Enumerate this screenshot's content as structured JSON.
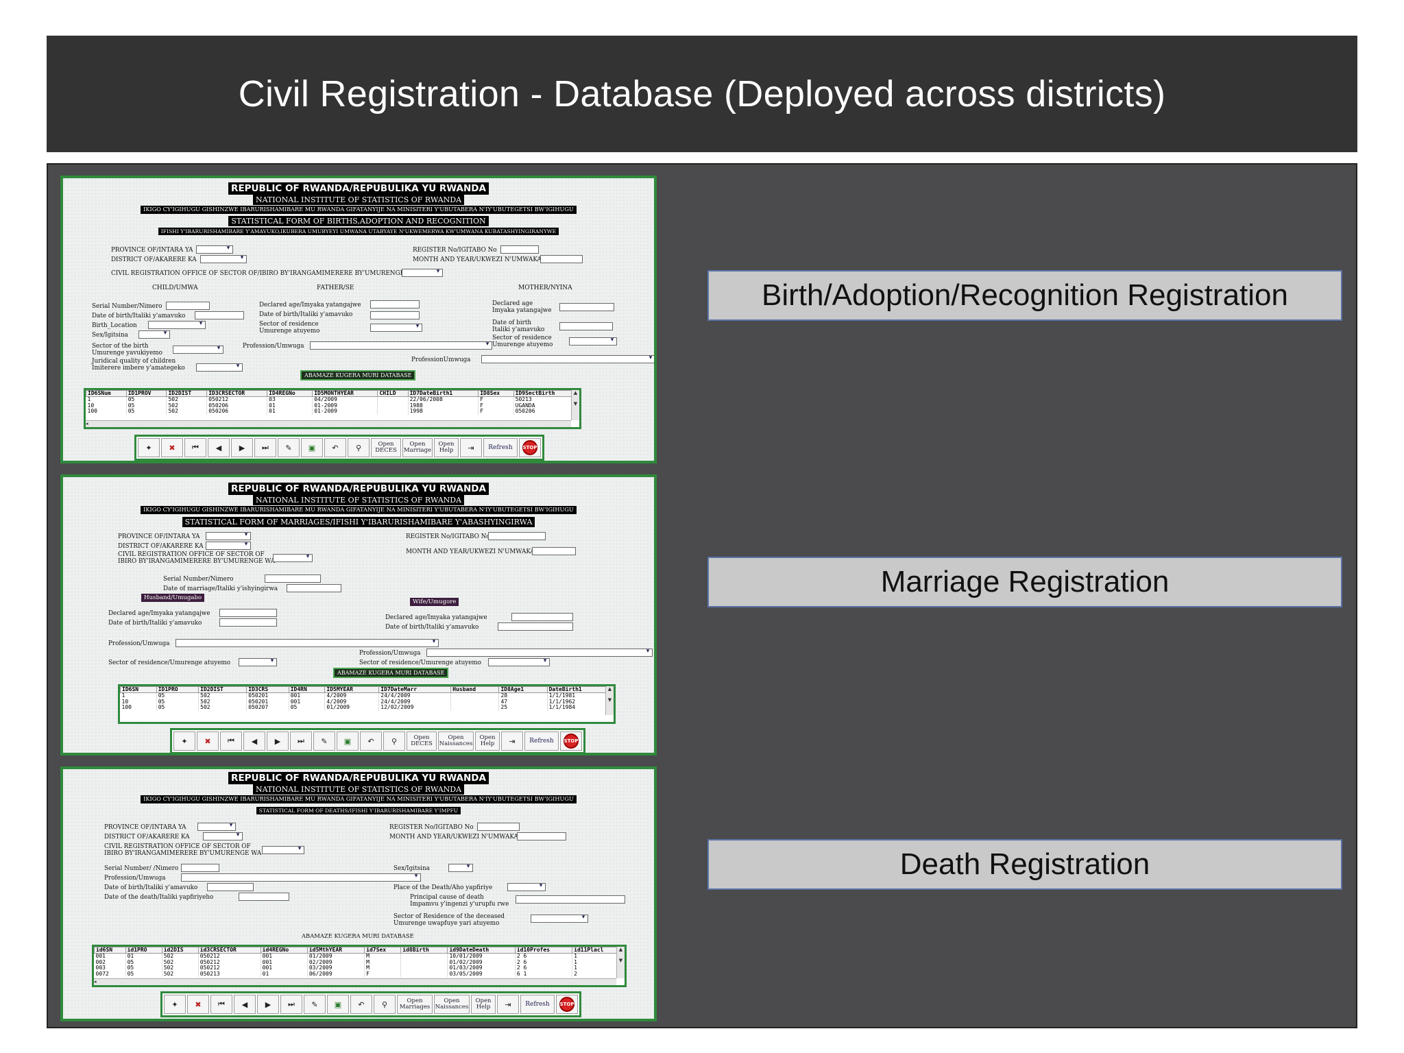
{
  "header": {
    "title": "Civil Registration - Database (Deployed across districts)"
  },
  "labels": {
    "birth": "Birth/Adoption/Recognition Registration",
    "marriage": "Marriage Registration",
    "death": "Death Registration"
  },
  "common": {
    "republic": "REPUBLIC OF RWANDA/REPUBULIKA YU RWANDA",
    "institute": "NATIONAL INSTITUTE OF STATISTICS OF RWANDA",
    "ikigo": "IKIGO CY'IGIHUGU GISHINZWE IBARURISHAMIBARE MU RWANDA GIFATANYIJE NA MINISITERI Y'UBUTABERA N'IY'UBUTEGETSI BW'IGIHUGU",
    "province": "PROVINCE OF/INTARA YA",
    "district": "DISTRICT OF/AKARERE KA",
    "register_no": "REGISTER No/IGITABO No",
    "month_year": "MONTH AND YEAR/UKWEZI N'UMWAKA",
    "open": "Open",
    "decès": "DECES",
    "marriage_btn": "Marriage",
    "marriages_btn": "Marriages",
    "naissances": "Naissances",
    "help": "Help",
    "refresh": "Refresh",
    "stop": "STOP"
  },
  "birth_form": {
    "form_title": "STATISTICAL FORM OF BIRTHS,ADOPTION AND RECOGNITION",
    "subtitle": "IFISHI Y'IBARURISHAMIBARE Y'AMAVUKO,IKUBERA UMUBYEYI UMWANA UTABYAYE N'UKWEMERWA KW'UMWANA KUBATASHYINGIRANYWE",
    "office": "CIVIL REGISTRATION OFFICE OF SECTOR OF/IBIRO BY'IRANGAMIMERERE BY'UMURENGE WA",
    "child": "CHILD/UMWA",
    "father": "FATHER/SE",
    "mother": "MOTHER/NYINA",
    "serial": "Serial Number/Nimero",
    "dob": "Date of birth/Italiki y'amavuko",
    "birth_location": "Birth_Location",
    "sex": "Sex/Igitsina",
    "sector_birth_1": "Sector of the birth",
    "sector_birth_2": "Umurenge yavukiyemo",
    "juridical_1": "Juridical quality of children",
    "juridical_2": "Imiterere imbere y'amategeko",
    "declared_age": "Declared age/Imyaka yatangajwe",
    "f_dob": "Date of birth/Italiki y'amavuko",
    "f_sector_1": "Sector of residence",
    "f_sector_2": "Umurenge atuyemo",
    "f_profession": "Profession/Umwuga",
    "m_declared_1": "Declared age",
    "m_declared_2": "Imyaka yatangajwe",
    "m_dob_1": "Date of birth",
    "m_dob_2": "Italiki y'amavuko",
    "m_sector_1": "Sector of residence",
    "m_sector_2": "Umurenge atuyemo",
    "m_profession": "ProfessionUmwuga",
    "db_button": "ABAMAZE KUGERA MURI DATABASE",
    "columns": [
      "ID6SNum",
      "ID1PROV",
      "ID2DIST",
      "ID3CRSECTOR",
      "ID4REGNo",
      "ID5MONTHYEAR",
      "CHILD",
      "ID7DateBirth1",
      "ID8Sex",
      "ID9SectBirth"
    ],
    "rows": [
      [
        "1",
        "05",
        "502",
        "050212",
        "03",
        "04/2009",
        "",
        "22/06/2008",
        "F",
        "50213"
      ],
      [
        "10",
        "05",
        "502",
        "050206",
        "01",
        "01-2009",
        "",
        "1988",
        "F",
        "UGANDA"
      ],
      [
        "100",
        "05",
        "502",
        "050206",
        "01",
        "01-2009",
        "",
        "1998",
        "F",
        "050206"
      ]
    ]
  },
  "marriage_form": {
    "form_title": "STATISTICAL FORM OF MARRIAGES/IFISHI Y'IBARURISHAMIBARE Y'ABASHYINGIRWA",
    "office_1": "CIVIL REGISTRATION OFFICE OF SECTOR OF",
    "office_2": "IBIRO BY'IRANGAMIMERERE BY'UMURENGE WA",
    "serial": "Serial Number/Nimero",
    "date_marriage": "Date of marriage/Italiki y'ishyingirwa",
    "husband": "Husband/Umugabo",
    "wife": "Wife/Umugore",
    "declared_age": "Declared age/Imyaka yatangajwe",
    "dob": "Date of birth/Italiki y'amavuko",
    "profession": "Profession/Umwuga",
    "sector": "Sector of residence/Umurenge atuyemo",
    "db_button": "ABAMAZE KUGERA MURI DATABASE",
    "columns": [
      "ID6SN",
      "ID1PRO",
      "ID2DIST",
      "ID3CRS",
      "ID4RN",
      "ID5MYEAR",
      "ID7DateMarr",
      "Husband",
      "ID8Age1",
      "DateBirth1"
    ],
    "rows": [
      [
        "1",
        "05",
        "502",
        "050201",
        "001",
        "4/2009",
        "24/4/2009",
        "",
        "28",
        "1/1/1981"
      ],
      [
        "10",
        "05",
        "502",
        "050201",
        "001",
        "4/2009",
        "24/4/2009",
        "",
        "47",
        "1/1/1962"
      ],
      [
        "100",
        "05",
        "502",
        "050207",
        "05",
        "01/2009",
        "12/02/2009",
        "",
        "25",
        "1/1/1984"
      ]
    ]
  },
  "death_form": {
    "form_title": "STATISTICAL FORM OF DEATHS/IFISHI Y'IBARURISHAMIBARE Y'IMPFU",
    "office_1": "CIVIL REGISTRATION OFFICE OF SECTOR OF",
    "office_2": "IBIRO BY'IRANGAMIMERERE BY'UMURENGE WA",
    "serial": "Serial Number/ /Nimero",
    "profession": "Profession/Umwuga",
    "dob": "Date of birth/Italiki y'amavuko",
    "dod": "Date of the death/Italiki yapfiriyeho",
    "sex": "Sex/Igitsina",
    "place": "Place of the Death/Aho yapfiriye",
    "cause_1": "Principal cause of death",
    "cause_2": "Impamvu y'ingenzi y'urupfu rwe",
    "sector_1": "Sector of Residence of the deceased",
    "sector_2": "Umurenge uwapfuye yari atuyemo",
    "db_label": "ABAMAZE KUGERA MURI DATABASE",
    "columns": [
      "id6SN",
      "id1PRO",
      "id2DIS",
      "id3CRSECTOR",
      "id4REGNo",
      "id5MthYEAR",
      "id7Sex",
      "id8Birth",
      "id9DateDeath",
      "id10Profes",
      "id11Placl"
    ],
    "rows": [
      [
        "001",
        "01",
        "502",
        "050212",
        "001",
        "01/2009",
        "M",
        "",
        "10/01/2009",
        "2 6",
        "1"
      ],
      [
        "002",
        "05",
        "502",
        "050212",
        "001",
        "02/2009",
        "M",
        "",
        "01/02/2009",
        "2 6",
        "1"
      ],
      [
        "003",
        "05",
        "502",
        "050212",
        "001",
        "03/2009",
        "M",
        "",
        "01/03/2009",
        "2 6",
        "1"
      ],
      [
        "0072",
        "05",
        "502",
        "050213",
        "01",
        "06/2009",
        "F",
        "",
        "03/05/2009",
        "6 1",
        "2"
      ]
    ]
  }
}
